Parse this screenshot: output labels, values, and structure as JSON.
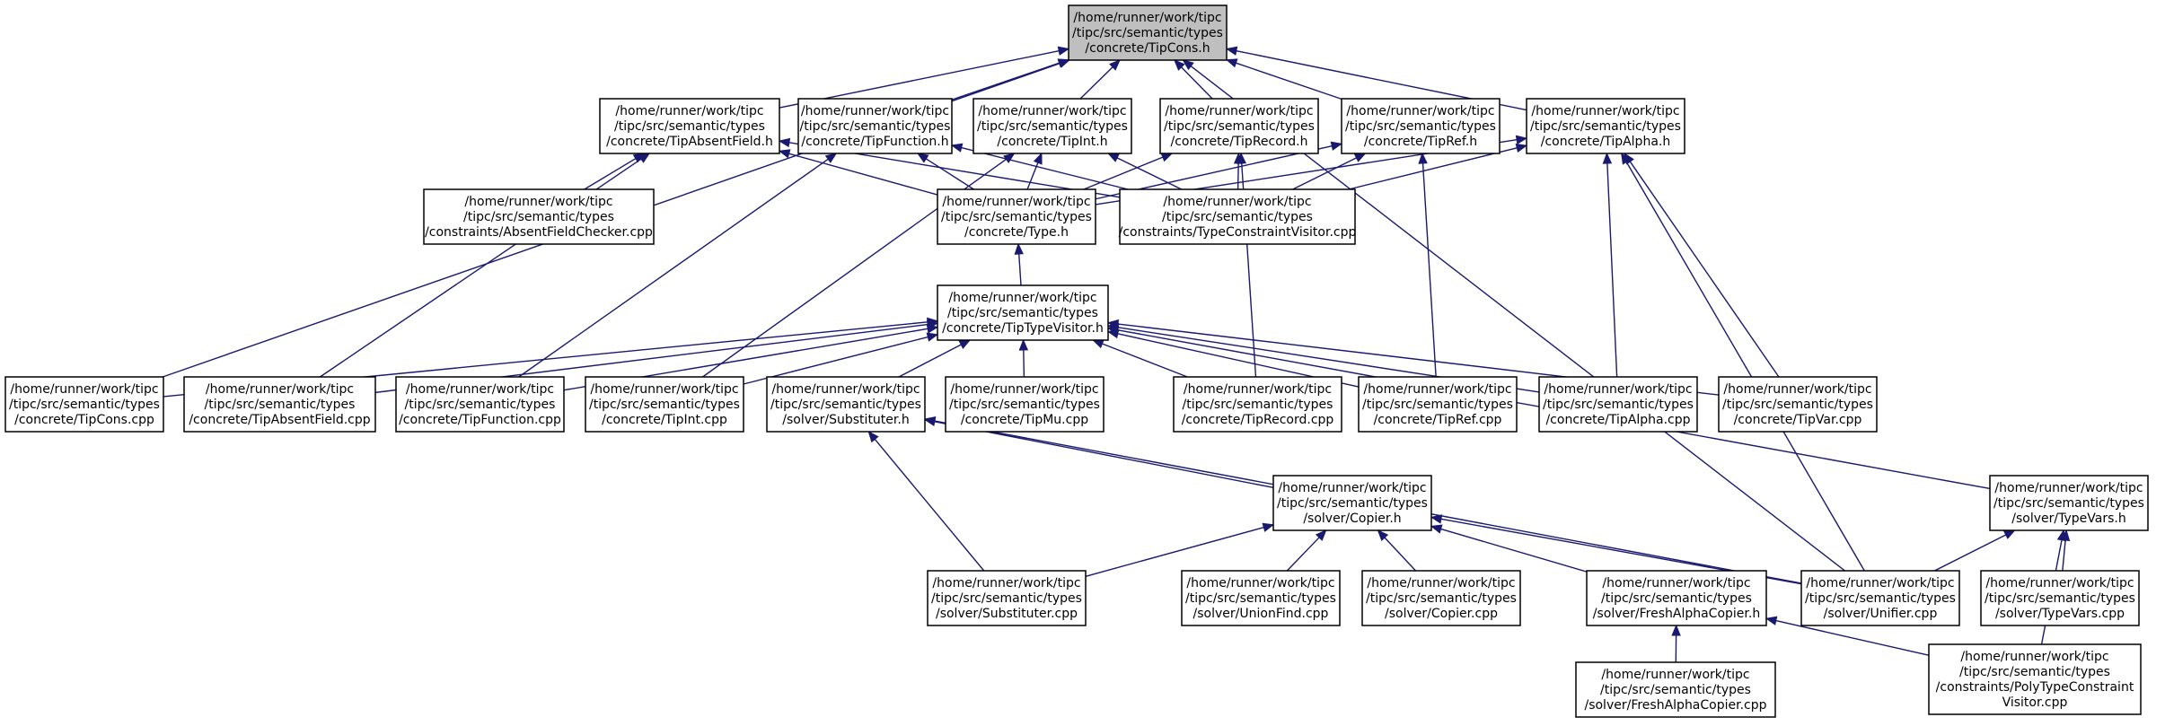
{
  "diagram": {
    "type": "include-dependency-graph",
    "nodes": [
      {
        "id": "tipcons_h",
        "root": true,
        "lines": [
          "/home/runner/work/tipc",
          "/tipc/src/semantic/types",
          "/concrete/TipCons.h"
        ]
      },
      {
        "id": "tipabsentfield_h",
        "lines": [
          "/home/runner/work/tipc",
          "/tipc/src/semantic/types",
          "/concrete/TipAbsentField.h"
        ]
      },
      {
        "id": "tipfunction_h",
        "lines": [
          "/home/runner/work/tipc",
          "/tipc/src/semantic/types",
          "/concrete/TipFunction.h"
        ]
      },
      {
        "id": "tipint_h",
        "lines": [
          "/home/runner/work/tipc",
          "/tipc/src/semantic/types",
          "/concrete/TipInt.h"
        ]
      },
      {
        "id": "tiprecord_h",
        "lines": [
          "/home/runner/work/tipc",
          "/tipc/src/semantic/types",
          "/concrete/TipRecord.h"
        ]
      },
      {
        "id": "tipref_h",
        "lines": [
          "/home/runner/work/tipc",
          "/tipc/src/semantic/types",
          "/concrete/TipRef.h"
        ]
      },
      {
        "id": "tipalpha_h",
        "lines": [
          "/home/runner/work/tipc",
          "/tipc/src/semantic/types",
          "/concrete/TipAlpha.h"
        ]
      },
      {
        "id": "absentfieldchecker_cpp",
        "lines": [
          "/home/runner/work/tipc",
          "/tipc/src/semantic/types",
          "/constraints/AbsentFieldChecker.cpp"
        ]
      },
      {
        "id": "type_h",
        "lines": [
          "/home/runner/work/tipc",
          "/tipc/src/semantic/types",
          "/concrete/Type.h"
        ]
      },
      {
        "id": "typeconstraintvisitor_cpp",
        "lines": [
          "/home/runner/work/tipc",
          "/tipc/src/semantic/types",
          "/constraints/TypeConstraintVisitor.cpp"
        ]
      },
      {
        "id": "tiptypevisitor_h",
        "lines": [
          "/home/runner/work/tipc",
          "/tipc/src/semantic/types",
          "/concrete/TipTypeVisitor.h"
        ]
      },
      {
        "id": "tipcons_cpp",
        "lines": [
          "/home/runner/work/tipc",
          "/tipc/src/semantic/types",
          "/concrete/TipCons.cpp"
        ]
      },
      {
        "id": "tipabsentfield_cpp",
        "lines": [
          "/home/runner/work/tipc",
          "/tipc/src/semantic/types",
          "/concrete/TipAbsentField.cpp"
        ]
      },
      {
        "id": "tipfunction_cpp",
        "lines": [
          "/home/runner/work/tipc",
          "/tipc/src/semantic/types",
          "/concrete/TipFunction.cpp"
        ]
      },
      {
        "id": "tipint_cpp",
        "lines": [
          "/home/runner/work/tipc",
          "/tipc/src/semantic/types",
          "/concrete/TipInt.cpp"
        ]
      },
      {
        "id": "substituter_h",
        "lines": [
          "/home/runner/work/tipc",
          "/tipc/src/semantic/types",
          "/solver/Substituter.h"
        ]
      },
      {
        "id": "tipmu_cpp",
        "lines": [
          "/home/runner/work/tipc",
          "/tipc/src/semantic/types",
          "/concrete/TipMu.cpp"
        ]
      },
      {
        "id": "tiprecord_cpp",
        "lines": [
          "/home/runner/work/tipc",
          "/tipc/src/semantic/types",
          "/concrete/TipRecord.cpp"
        ]
      },
      {
        "id": "tipref_cpp",
        "lines": [
          "/home/runner/work/tipc",
          "/tipc/src/semantic/types",
          "/concrete/TipRef.cpp"
        ]
      },
      {
        "id": "tipalpha_cpp",
        "lines": [
          "/home/runner/work/tipc",
          "/tipc/src/semantic/types",
          "/concrete/TipAlpha.cpp"
        ]
      },
      {
        "id": "tipvar_cpp",
        "lines": [
          "/home/runner/work/tipc",
          "/tipc/src/semantic/types",
          "/concrete/TipVar.cpp"
        ]
      },
      {
        "id": "copier_h",
        "lines": [
          "/home/runner/work/tipc",
          "/tipc/src/semantic/types",
          "/solver/Copier.h"
        ]
      },
      {
        "id": "typevars_h",
        "lines": [
          "/home/runner/work/tipc",
          "/tipc/src/semantic/types",
          "/solver/TypeVars.h"
        ]
      },
      {
        "id": "substituter_cpp",
        "lines": [
          "/home/runner/work/tipc",
          "/tipc/src/semantic/types",
          "/solver/Substituter.cpp"
        ]
      },
      {
        "id": "unionfind_cpp",
        "lines": [
          "/home/runner/work/tipc",
          "/tipc/src/semantic/types",
          "/solver/UnionFind.cpp"
        ]
      },
      {
        "id": "copier_cpp",
        "lines": [
          "/home/runner/work/tipc",
          "/tipc/src/semantic/types",
          "/solver/Copier.cpp"
        ]
      },
      {
        "id": "freshalphacopier_h",
        "lines": [
          "/home/runner/work/tipc",
          "/tipc/src/semantic/types",
          "/solver/FreshAlphaCopier.h"
        ]
      },
      {
        "id": "unifier_cpp",
        "lines": [
          "/home/runner/work/tipc",
          "/tipc/src/semantic/types",
          "/solver/Unifier.cpp"
        ]
      },
      {
        "id": "typevars_cpp",
        "lines": [
          "/home/runner/work/tipc",
          "/tipc/src/semantic/types",
          "/solver/TypeVars.cpp"
        ]
      },
      {
        "id": "freshalphacopier_cpp",
        "lines": [
          "/home/runner/work/tipc",
          "/tipc/src/semantic/types",
          "/solver/FreshAlphaCopier.cpp"
        ]
      },
      {
        "id": "polytypeconstraintvisitor_cpp",
        "lines": [
          "/home/runner/work/tipc",
          "/tipc/src/semantic/types",
          "/constraints/PolyTypeConstraint",
          "Visitor.cpp"
        ]
      }
    ],
    "edges": [
      {
        "from": "tipabsentfield_h",
        "to": "tipcons_h"
      },
      {
        "from": "tipfunction_h",
        "to": "tipcons_h"
      },
      {
        "from": "tipint_h",
        "to": "tipcons_h"
      },
      {
        "from": "tiprecord_h",
        "to": "tipcons_h"
      },
      {
        "from": "tipref_h",
        "to": "tipcons_h"
      },
      {
        "from": "tipalpha_h",
        "to": "tipcons_h"
      },
      {
        "from": "tipcons_cpp",
        "to": "tipcons_h"
      },
      {
        "from": "unifier_cpp",
        "to": "tipcons_h"
      },
      {
        "from": "absentfieldchecker_cpp",
        "to": "tipabsentfield_h"
      },
      {
        "from": "type_h",
        "to": "tipabsentfield_h"
      },
      {
        "from": "typeconstraintvisitor_cpp",
        "to": "tipabsentfield_h"
      },
      {
        "from": "tipabsentfield_cpp",
        "to": "tipabsentfield_h"
      },
      {
        "from": "type_h",
        "to": "tipfunction_h"
      },
      {
        "from": "typeconstraintvisitor_cpp",
        "to": "tipfunction_h"
      },
      {
        "from": "tipfunction_cpp",
        "to": "tipfunction_h"
      },
      {
        "from": "type_h",
        "to": "tipint_h"
      },
      {
        "from": "typeconstraintvisitor_cpp",
        "to": "tipint_h"
      },
      {
        "from": "tipint_cpp",
        "to": "tipint_h"
      },
      {
        "from": "type_h",
        "to": "tiprecord_h"
      },
      {
        "from": "typeconstraintvisitor_cpp",
        "to": "tiprecord_h"
      },
      {
        "from": "tiprecord_cpp",
        "to": "tiprecord_h"
      },
      {
        "from": "type_h",
        "to": "tipref_h"
      },
      {
        "from": "typeconstraintvisitor_cpp",
        "to": "tipref_h"
      },
      {
        "from": "tipref_cpp",
        "to": "tipref_h"
      },
      {
        "from": "type_h",
        "to": "tipalpha_h"
      },
      {
        "from": "typeconstraintvisitor_cpp",
        "to": "tipalpha_h"
      },
      {
        "from": "tipalpha_cpp",
        "to": "tipalpha_h"
      },
      {
        "from": "tipvar_cpp",
        "to": "tipalpha_h"
      },
      {
        "from": "unifier_cpp",
        "to": "tipalpha_h"
      },
      {
        "from": "tiptypevisitor_h",
        "to": "type_h"
      },
      {
        "from": "tipcons_cpp",
        "to": "tiptypevisitor_h"
      },
      {
        "from": "tipabsentfield_cpp",
        "to": "tiptypevisitor_h"
      },
      {
        "from": "tipfunction_cpp",
        "to": "tiptypevisitor_h"
      },
      {
        "from": "tipint_cpp",
        "to": "tiptypevisitor_h"
      },
      {
        "from": "substituter_h",
        "to": "tiptypevisitor_h"
      },
      {
        "from": "tipmu_cpp",
        "to": "tiptypevisitor_h"
      },
      {
        "from": "tiprecord_cpp",
        "to": "tiptypevisitor_h"
      },
      {
        "from": "tipref_cpp",
        "to": "tiptypevisitor_h"
      },
      {
        "from": "tipalpha_cpp",
        "to": "tiptypevisitor_h"
      },
      {
        "from": "tipvar_cpp",
        "to": "tiptypevisitor_h"
      },
      {
        "from": "typevars_h",
        "to": "tiptypevisitor_h"
      },
      {
        "from": "copier_h",
        "to": "substituter_h"
      },
      {
        "from": "substituter_cpp",
        "to": "substituter_h"
      },
      {
        "from": "unifier_cpp",
        "to": "substituter_h"
      },
      {
        "from": "substituter_cpp",
        "to": "copier_h"
      },
      {
        "from": "unionfind_cpp",
        "to": "copier_h"
      },
      {
        "from": "copier_cpp",
        "to": "copier_h"
      },
      {
        "from": "freshalphacopier_h",
        "to": "copier_h"
      },
      {
        "from": "unifier_cpp",
        "to": "copier_h"
      },
      {
        "from": "unifier_cpp",
        "to": "typevars_h"
      },
      {
        "from": "typevars_cpp",
        "to": "typevars_h"
      },
      {
        "from": "polytypeconstraintvisitor_cpp",
        "to": "typevars_h"
      },
      {
        "from": "freshalphacopier_cpp",
        "to": "freshalphacopier_h"
      },
      {
        "from": "polytypeconstraintvisitor_cpp",
        "to": "freshalphacopier_h"
      }
    ]
  }
}
